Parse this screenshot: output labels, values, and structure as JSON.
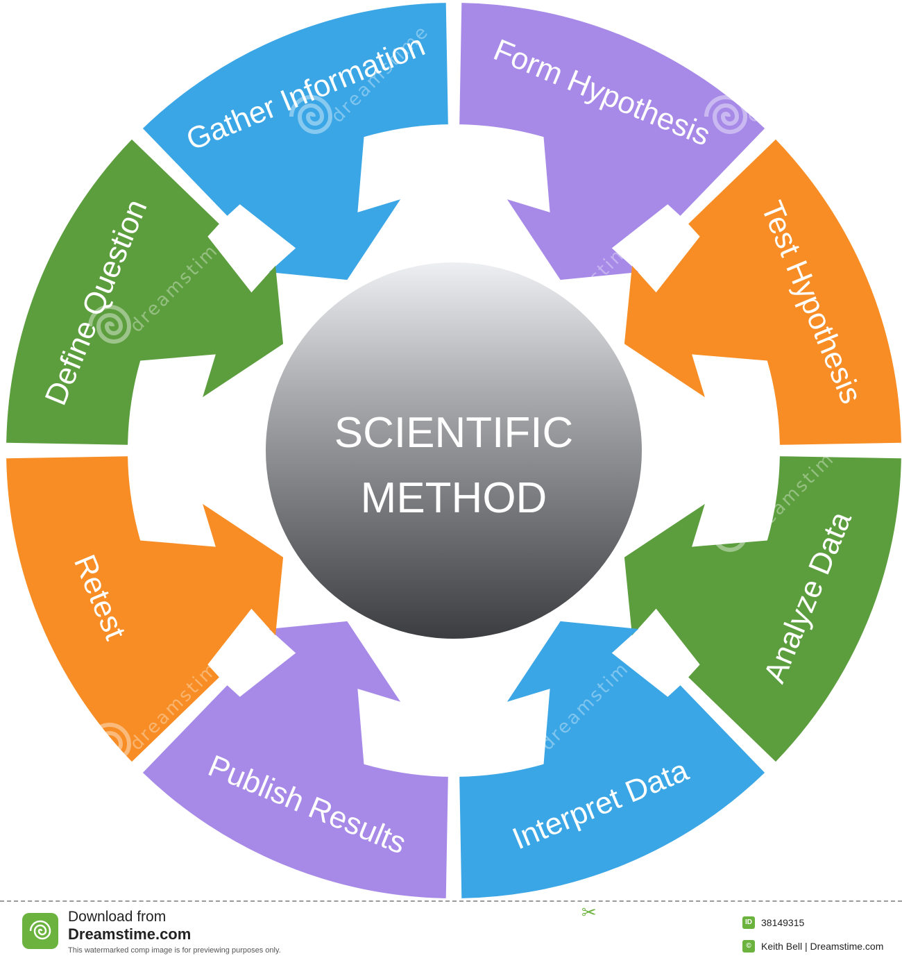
{
  "center": {
    "line1": "SCIENTIFIC",
    "line2": "METHOD"
  },
  "segments": [
    {
      "label": "Gather Information",
      "color": "#3aa6e6"
    },
    {
      "label": "Form Hypothesis",
      "color": "#a78ae8"
    },
    {
      "label": "Test Hypothesis",
      "color": "#f78d24"
    },
    {
      "label": "Analyze Data",
      "color": "#5c9e3e"
    },
    {
      "label": "Interpret Data",
      "color": "#3aa6e6"
    },
    {
      "label": "Publish Results",
      "color": "#a78ae8"
    },
    {
      "label": "Retest",
      "color": "#f78d24"
    },
    {
      "label": "Define Question",
      "color": "#5c9e3e"
    }
  ],
  "watermark": {
    "text": "dreamstime",
    "icon": "spiral-icon"
  },
  "footer": {
    "line1": "Download from",
    "line2": "Dreamstime.com",
    "note": "This watermarked comp image is for previewing purposes only.",
    "id_badge": "ID",
    "id_value": "38149315",
    "credit_badge": "©",
    "credit": "Keith Bell | Dreamstime.com",
    "scissors_icon": "scissors-icon"
  }
}
